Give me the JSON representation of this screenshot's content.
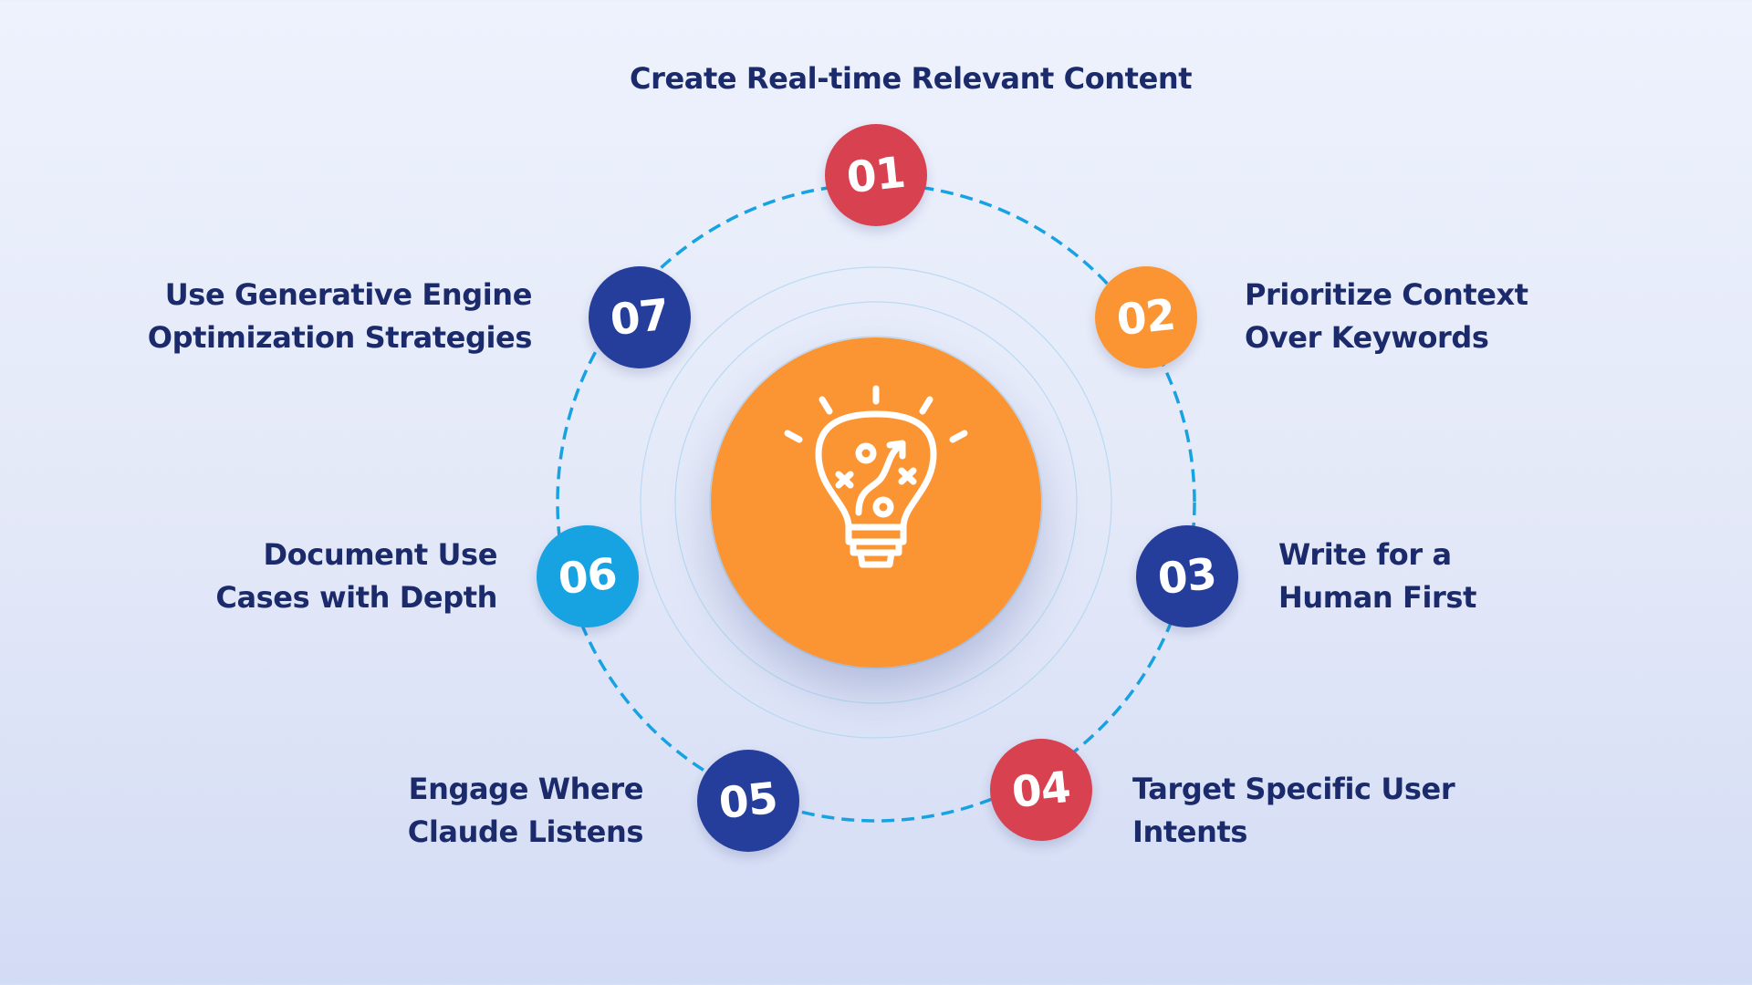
{
  "steps": [
    {
      "number": "01",
      "lines": [
        "Create Real-time Relevant Content"
      ],
      "color": "#d8414f"
    },
    {
      "number": "02",
      "lines": [
        "Prioritize Context",
        "Over Keywords"
      ],
      "color": "#fb9533"
    },
    {
      "number": "03",
      "lines": [
        "Write for a",
        "Human First"
      ],
      "color": "#253e9c"
    },
    {
      "number": "04",
      "lines": [
        "Target Specific User",
        "Intents"
      ],
      "color": "#d8414f"
    },
    {
      "number": "05",
      "lines": [
        "Engage Where",
        "Claude Listens"
      ],
      "color": "#253e9c"
    },
    {
      "number": "06",
      "lines": [
        "Document Use",
        "Cases with Depth"
      ],
      "color": "#17a2e2"
    },
    {
      "number": "07",
      "lines": [
        "Use Generative Engine",
        "Optimization Strategies"
      ],
      "color": "#253e9c"
    }
  ],
  "center": {
    "icon": "lightbulb-strategy-icon",
    "color": "#fb9533"
  },
  "colors": {
    "title_text": "#1b2a6b",
    "dashed_ring": "#17a2e2",
    "inner_rings": "#a9d4f0"
  }
}
